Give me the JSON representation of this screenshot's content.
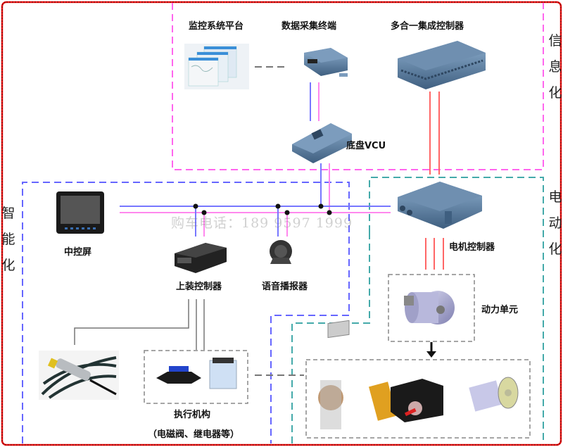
{
  "title": "智能化 / 信息化 / 电动化 系统架构图",
  "colors": {
    "outer_border": "#ee1111",
    "info_zone": "#ff66ee",
    "smart_zone": "#6666ff",
    "electric_zone": "#44aaaa",
    "group_box": "#888888",
    "can_bus_blue": "#7777ff",
    "can_bus_pink": "#ff88ee",
    "power_line_red": "#ff6666",
    "io_line_gray": "#777777"
  },
  "zones": {
    "info": {
      "label": "信息化",
      "chars": [
        "信",
        "息",
        "化"
      ]
    },
    "smart": {
      "label": "智能化",
      "chars": [
        "智",
        "能",
        "化"
      ]
    },
    "electric": {
      "label": "电动化",
      "chars": [
        "电",
        "动",
        "化"
      ]
    }
  },
  "components": {
    "monitoring_platform": {
      "label": "监控系统平台",
      "icon": "monitoring-dashboard-icon"
    },
    "data_terminal": {
      "label": "数据采集终端",
      "icon": "data-terminal-icon"
    },
    "integrated_controller": {
      "label": "多合一集成控制器",
      "icon": "integrated-controller-icon"
    },
    "chassis_vcu": {
      "label": "底盘VCU",
      "icon": "vcu-icon"
    },
    "central_screen": {
      "label": "中控屏",
      "icon": "display-screen-icon"
    },
    "body_controller": {
      "label": "上装控制器",
      "icon": "body-controller-icon"
    },
    "voice_announcer": {
      "label": "语音播报器",
      "icon": "speaker-icon"
    },
    "motor_controller": {
      "label": "电机控制器",
      "icon": "motor-controller-icon"
    },
    "power_unit": {
      "label": "动力单元",
      "icon": "electric-motor-icon"
    },
    "sensor": {
      "label": "",
      "icon": "proximity-sensor-icon"
    },
    "actuators": {
      "label": "执行机构",
      "sublabel": "（电磁阀、继电器等）",
      "icons": [
        "solenoid-valve-icon",
        "relay-icon"
      ]
    },
    "loads": {
      "icons": [
        "fan-blower-icon",
        "plunger-pump-icon",
        "gear-pump-icon"
      ]
    }
  },
  "watermark": "购车电话：189  9597  1999"
}
